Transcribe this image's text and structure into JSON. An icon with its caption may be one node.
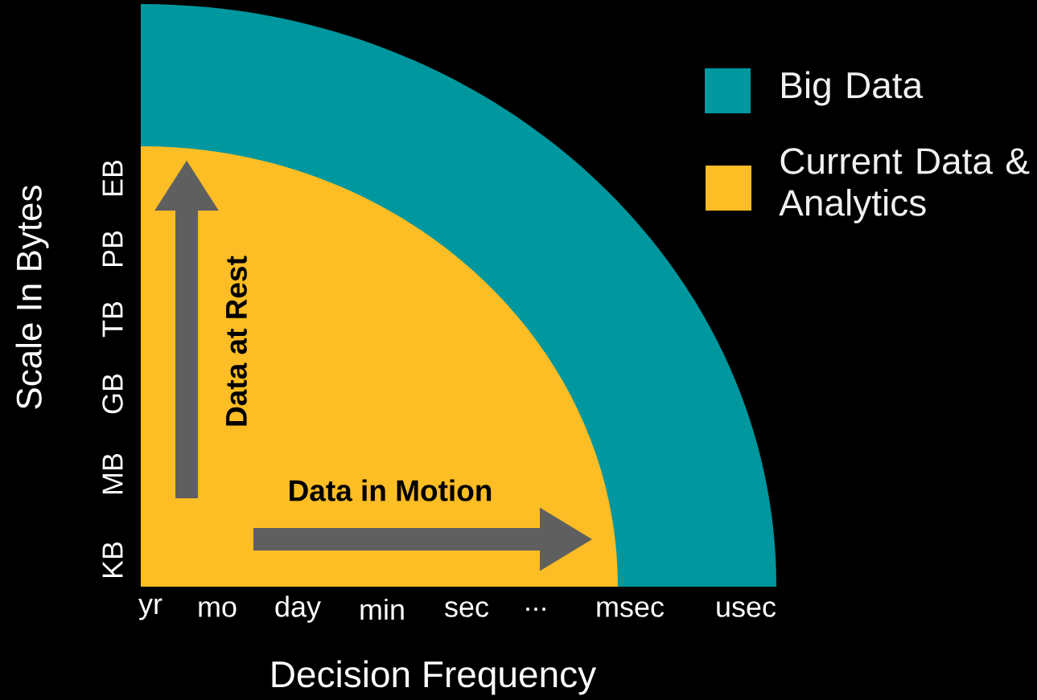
{
  "diagram": {
    "labels": [
      "Scale In Bytes",
      "KB",
      "MB",
      "GB",
      "TB",
      "PB",
      "EB",
      "Data at Rest",
      "Data in Motion",
      "yr",
      "mo",
      "day",
      "min",
      "sec",
      "...",
      "msec",
      "usec",
      "Decision Frequency"
    ],
    "legend": [
      {
        "text": "Big Data",
        "color": "#00979f"
      },
      {
        "text": "Current Data & Analytics",
        "color": "#fdbd24"
      }
    ]
  }
}
